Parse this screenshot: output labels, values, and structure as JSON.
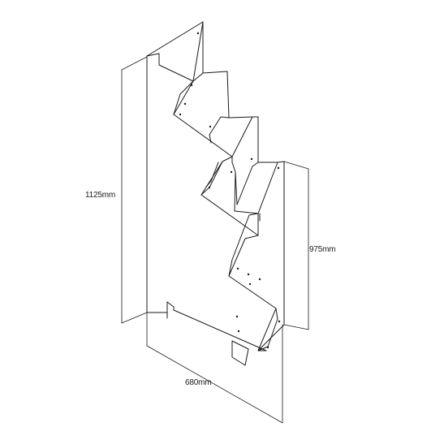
{
  "dimensions": {
    "total_height": "1125mm",
    "front_height": "975mm",
    "width": "680mm"
  },
  "colors": {
    "line": "#1a1a1a",
    "background": "#ffffff"
  }
}
